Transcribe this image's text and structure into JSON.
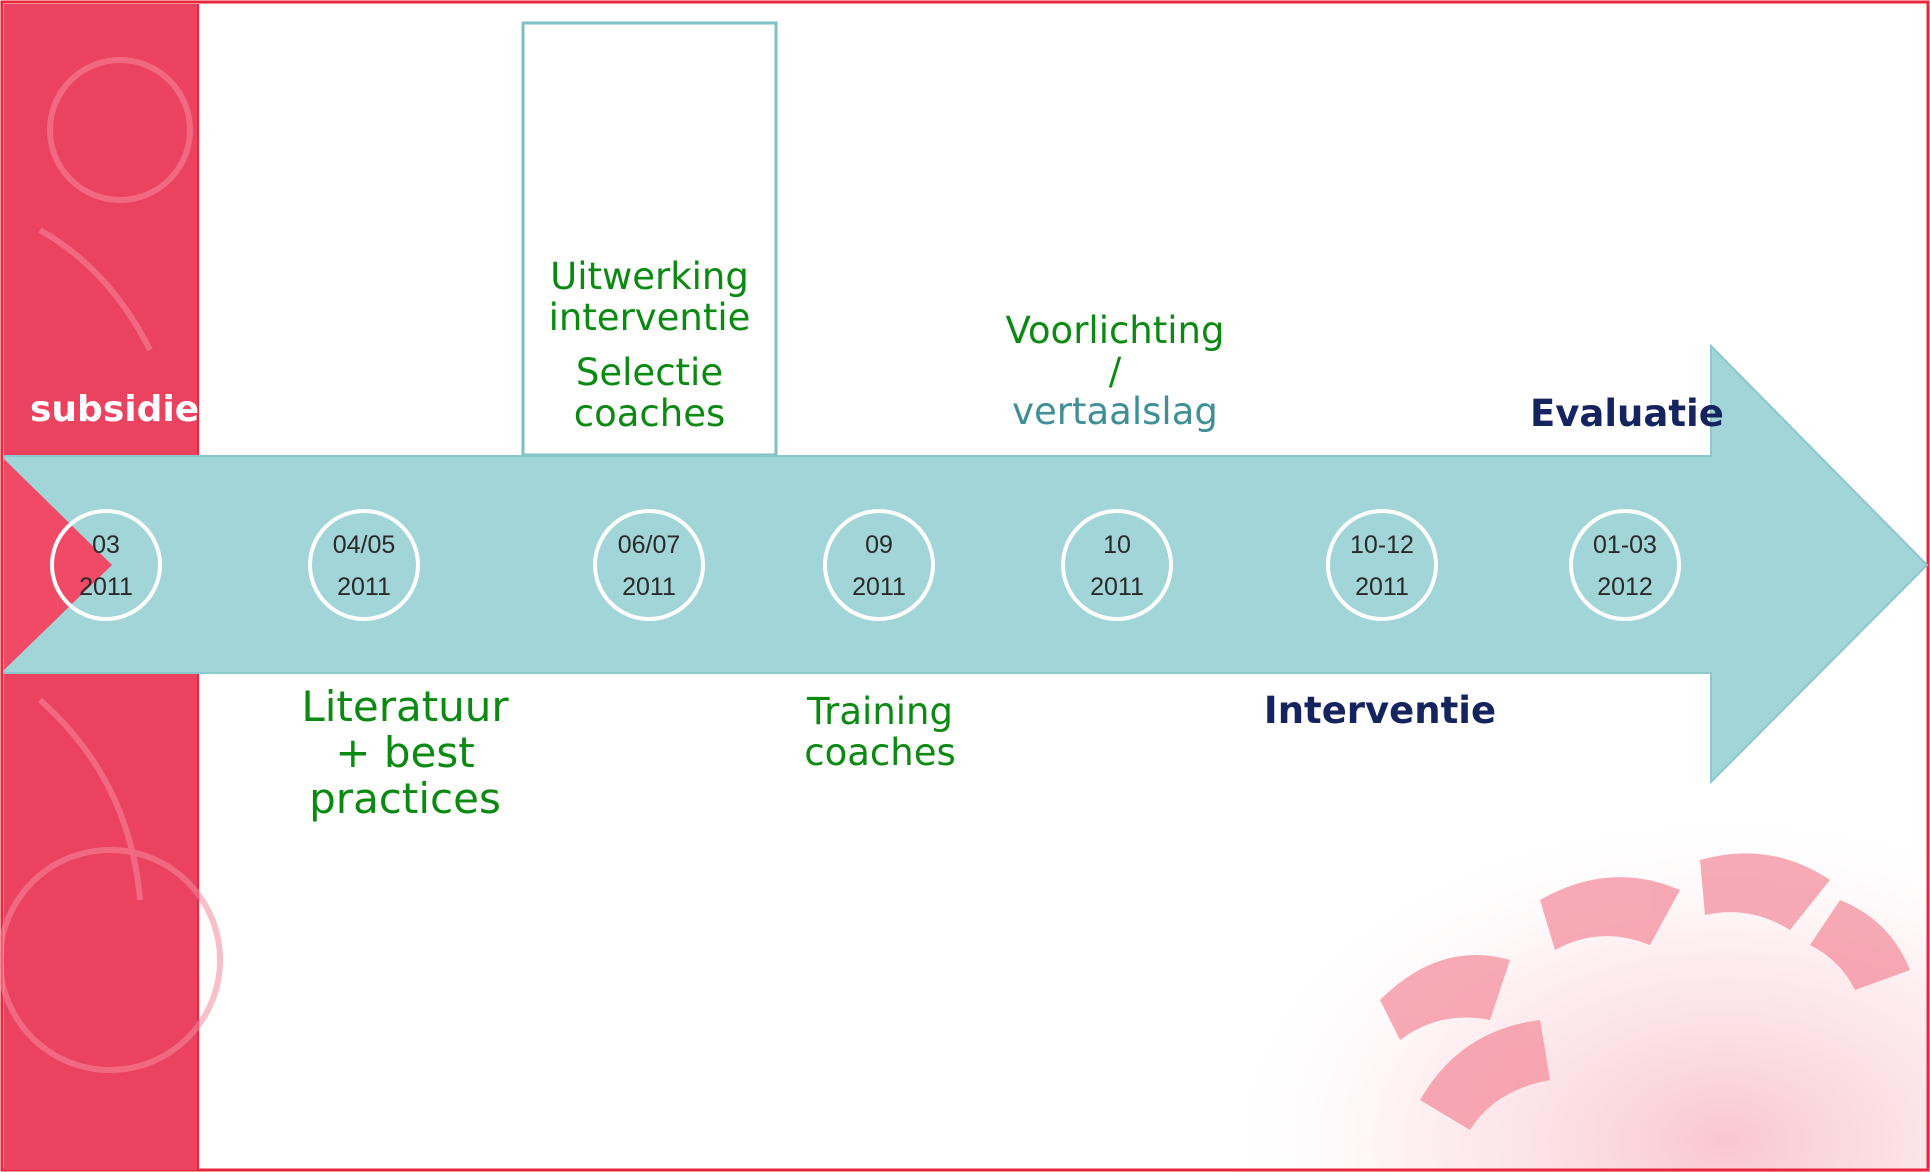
{
  "colors": {
    "sidebar": "#f04a66",
    "arrow": "#a2d5d8",
    "arrow_edge": "#8cc7cc",
    "label_green": "#0b8a12",
    "label_teal": "#3f8f97",
    "label_navy": "#15245e",
    "circle": "#ffffff"
  },
  "side_label": "subsidie",
  "milestones": [
    {
      "period": "03",
      "year": "2011"
    },
    {
      "period": "04/05",
      "year": "2011"
    },
    {
      "period": "06/07",
      "year": "2011"
    },
    {
      "period": "09",
      "year": "2011"
    },
    {
      "period": "10",
      "year": "2011"
    },
    {
      "period": "10-12",
      "year": "2011"
    },
    {
      "period": "01-03",
      "year": "2012"
    }
  ],
  "labels": {
    "uitwerking": {
      "line1": "Uitwerking",
      "line2": "interventie"
    },
    "selectie": {
      "line1": "Selectie",
      "line2": "coaches"
    },
    "voorlichting": {
      "line1": "Voorlichting",
      "line2": "/",
      "line3": "vertaalslag"
    },
    "evaluatie": "Evaluatie",
    "literatuur": {
      "line1": "Literatuur",
      "line2": "+ best",
      "line3": "practices"
    },
    "training": {
      "line1": "Training",
      "line2": "coaches"
    },
    "interventie": "Interventie"
  }
}
